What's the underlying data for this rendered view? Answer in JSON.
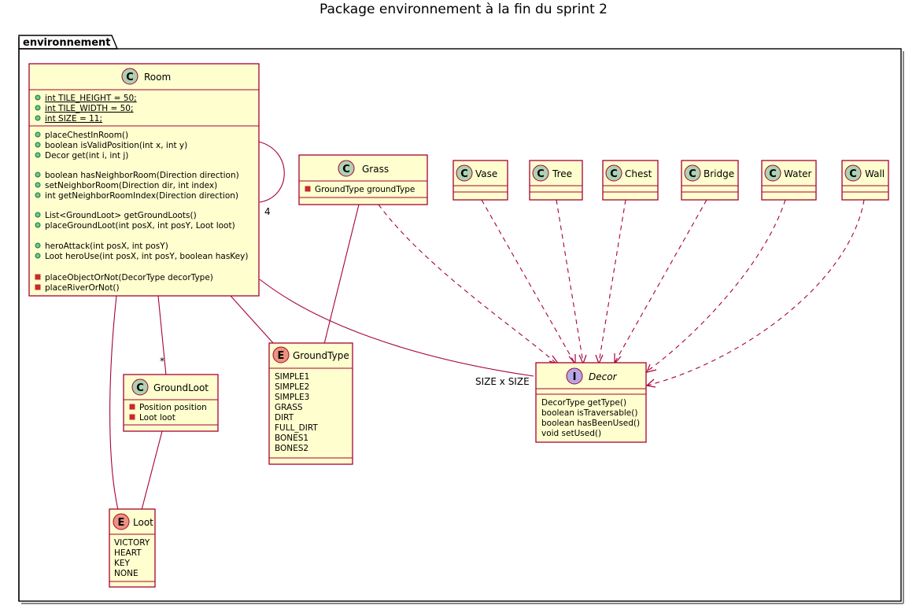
{
  "title": "Package environnement à la fin du sprint 2",
  "package": {
    "name": "environnement"
  },
  "colors": {
    "box_fill": "#FEFECE",
    "border": "#A80036",
    "class_icon": "#ADD1B2",
    "enum_icon": "#EB937F",
    "interface_icon": "#B4A7E5"
  },
  "classes": {
    "room": {
      "name": "Room",
      "icon_letter": "C",
      "fields": [
        {
          "text": "int TILE_HEIGHT = 50;"
        },
        {
          "text": "int TILE_WIDTH = 50;"
        },
        {
          "text": "int SIZE = 11;"
        }
      ],
      "methods": [
        "placeChestInRoom()",
        "boolean isValidPosition(int x, int y)",
        "Decor get(int i, int j)",
        "boolean hasNeighborRoom(Direction direction)",
        "setNeighborRoom(Direction dir, int index)",
        "int getNeighborRoomIndex(Direction direction)",
        "List<GroundLoot> getGroundLoots()",
        "placeGroundLoot(int posX, int posY, Loot loot)",
        "heroAttack(int posX, int posY)",
        "Loot heroUse(int posX, int posY, boolean hasKey)",
        "placeObjectOrNot(DecorType decorType)",
        "placeRiverOrNot()"
      ]
    },
    "grass": {
      "name": "Grass",
      "icon_letter": "C",
      "fields": [
        "GroundType groundType"
      ]
    },
    "vase": {
      "name": "Vase",
      "icon_letter": "C"
    },
    "tree": {
      "name": "Tree",
      "icon_letter": "C"
    },
    "chest": {
      "name": "Chest",
      "icon_letter": "C"
    },
    "bridge": {
      "name": "Bridge",
      "icon_letter": "C"
    },
    "water": {
      "name": "Water",
      "icon_letter": "C"
    },
    "wall": {
      "name": "Wall",
      "icon_letter": "C"
    },
    "groundloot": {
      "name": "GroundLoot",
      "icon_letter": "C",
      "fields": [
        "Position position",
        "Loot loot"
      ]
    },
    "groundtype": {
      "name": "GroundType",
      "icon_letter": "E",
      "values": [
        "SIMPLE1",
        "SIMPLE2",
        "SIMPLE3",
        "GRASS",
        "DIRT",
        "FULL_DIRT",
        "BONES1",
        "BONES2"
      ]
    },
    "loot": {
      "name": "Loot",
      "icon_letter": "E",
      "values": [
        "VICTORY",
        "HEART",
        "KEY",
        "NONE"
      ]
    },
    "decor": {
      "name": "Decor",
      "icon_letter": "I",
      "methods": [
        "DecorType getType()",
        "boolean isTraversable()",
        "boolean hasBeenUsed()",
        "void setUsed()"
      ]
    }
  },
  "labels": {
    "self_multiplicity": "4",
    "groundloot_multiplicity": "*",
    "decor_multiplicity": "SIZE x SIZE"
  }
}
